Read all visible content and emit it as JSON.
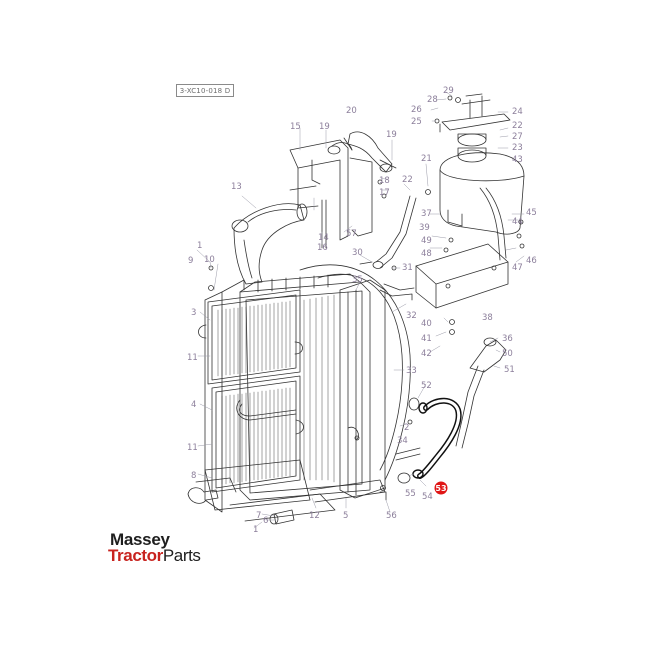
{
  "diagram": {
    "reference_code": "3-XC10-018 D",
    "highlighted_part": "53",
    "highlight_color": "#e01616",
    "callout_color": "#8c7f9b",
    "line_color": "#333333",
    "callouts": [
      {
        "id": "c-29",
        "text": "29"
      },
      {
        "id": "c-28",
        "text": "28"
      },
      {
        "id": "c-26",
        "text": "26"
      },
      {
        "id": "c-24",
        "text": "24"
      },
      {
        "id": "c-25",
        "text": "25"
      },
      {
        "id": "c-22",
        "text": "22"
      },
      {
        "id": "c-27",
        "text": "27"
      },
      {
        "id": "c-23",
        "text": "23"
      },
      {
        "id": "c-43",
        "text": "43"
      },
      {
        "id": "c-20",
        "text": "20"
      },
      {
        "id": "c-15",
        "text": "15"
      },
      {
        "id": "c-19a",
        "text": "19"
      },
      {
        "id": "c-19b",
        "text": "19"
      },
      {
        "id": "c-21",
        "text": "21"
      },
      {
        "id": "c-18",
        "text": "18"
      },
      {
        "id": "c-17",
        "text": "17"
      },
      {
        "id": "c-22b",
        "text": "22"
      },
      {
        "id": "c-13",
        "text": "13"
      },
      {
        "id": "c-14",
        "text": "14"
      },
      {
        "id": "c-16",
        "text": "16"
      },
      {
        "id": "c-57",
        "text": "57"
      },
      {
        "id": "c-37",
        "text": "37"
      },
      {
        "id": "c-44",
        "text": "44"
      },
      {
        "id": "c-45",
        "text": "45"
      },
      {
        "id": "c-39",
        "text": "39"
      },
      {
        "id": "c-49",
        "text": "49"
      },
      {
        "id": "c-48",
        "text": "48"
      },
      {
        "id": "c-47",
        "text": "47"
      },
      {
        "id": "c-46",
        "text": "46"
      },
      {
        "id": "c-30",
        "text": "30"
      },
      {
        "id": "c-31",
        "text": "31"
      },
      {
        "id": "c-1a",
        "text": "1"
      },
      {
        "id": "c-9",
        "text": "9"
      },
      {
        "id": "c-10",
        "text": "10"
      },
      {
        "id": "c-35",
        "text": "35"
      },
      {
        "id": "c-32",
        "text": "32"
      },
      {
        "id": "c-38",
        "text": "38"
      },
      {
        "id": "c-40",
        "text": "40"
      },
      {
        "id": "c-41",
        "text": "41"
      },
      {
        "id": "c-42",
        "text": "42"
      },
      {
        "id": "c-36",
        "text": "36"
      },
      {
        "id": "c-50",
        "text": "50"
      },
      {
        "id": "c-51",
        "text": "51"
      },
      {
        "id": "c-3",
        "text": "3"
      },
      {
        "id": "c-11a",
        "text": "11"
      },
      {
        "id": "c-33",
        "text": "33"
      },
      {
        "id": "c-52",
        "text": "52"
      },
      {
        "id": "c-4",
        "text": "4"
      },
      {
        "id": "c-34",
        "text": "34"
      },
      {
        "id": "c-2",
        "text": "2"
      },
      {
        "id": "c-11b",
        "text": "11"
      },
      {
        "id": "c-8",
        "text": "8"
      },
      {
        "id": "c-55",
        "text": "55"
      },
      {
        "id": "c-54",
        "text": "54"
      },
      {
        "id": "c-12",
        "text": "12"
      },
      {
        "id": "c-5",
        "text": "5"
      },
      {
        "id": "c-56",
        "text": "56"
      },
      {
        "id": "c-7",
        "text": "7"
      },
      {
        "id": "c-6",
        "text": "6"
      },
      {
        "id": "c-1b",
        "text": "1"
      }
    ]
  },
  "branding": {
    "line1": "Massey",
    "line2_highlight": "Tractor",
    "line2_rest": "Parts",
    "brand_red": "#c8231f",
    "brand_dark": "#1e1e1e"
  }
}
